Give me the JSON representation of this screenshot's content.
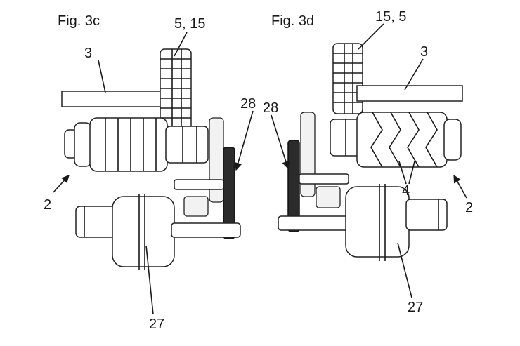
{
  "figures": [
    {
      "title": "Fig. 3c",
      "labels": {
        "shaft": "3",
        "gear_top": "5, 15",
        "gear_side": "28",
        "drum": "2",
        "motor": "27"
      }
    },
    {
      "title": "Fig. 3d",
      "labels": {
        "gear_top": "15, 5",
        "shaft": "3",
        "gear_side": "28",
        "forks": "4",
        "drum": "2",
        "motor": "27"
      }
    }
  ]
}
